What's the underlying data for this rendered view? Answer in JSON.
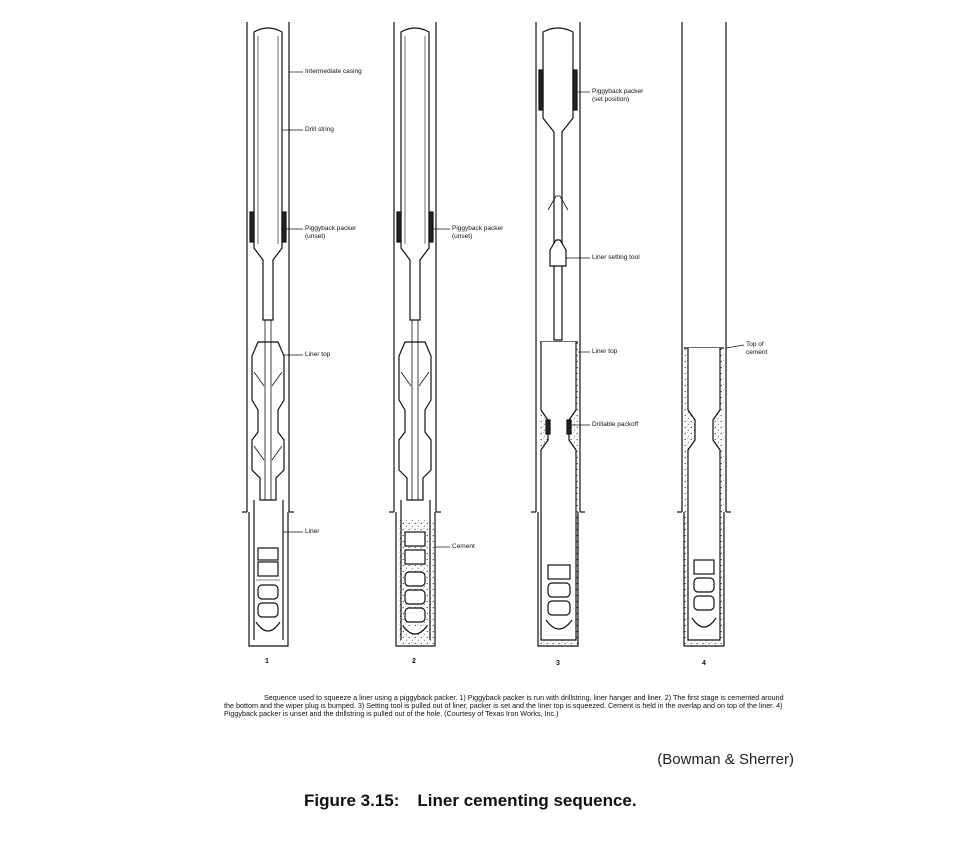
{
  "labels": {
    "p1": {
      "intermediate_casing": "Intermediate casing",
      "drill_string": "Drill string",
      "piggyback_unset_1": "Piggyback packer",
      "piggyback_unset_2": "(unset)",
      "liner_top": "Liner top",
      "liner": "Liner"
    },
    "p2": {
      "piggyback_unset_1": "Piggyback packer",
      "piggyback_unset_2": "(unset)",
      "cement": "Cement"
    },
    "p3": {
      "piggyback_set_1": "Piggyback packer",
      "piggyback_set_2": "(set position)",
      "liner_setting_tool": "Liner setting tool",
      "liner_top": "Liner top",
      "drillable_packoff": "Drillable packoff"
    },
    "p4": {
      "top_of_cement_1": "Top of",
      "top_of_cement_2": "cement"
    }
  },
  "panel_numbers": [
    "1",
    "2",
    "3",
    "4"
  ],
  "caption": "Sequence used to squeeze a liner using a piggyback packer. 1) Piggyback packer is run with drillstring, liner hanger and liner. 2) The first stage is cemented around the bottom and the wiper plug is bumped. 3) Setting tool is pulled out of liner, packer is set and the liner top is squeezed. Cement is held in the overlap and on top of the liner. 4) Piggyback packer is unset and the drillstring is pulled out of the hole. (Courtesy of Texas Iron Works, Inc.)",
  "credit": "(Bowman & Sherrer)",
  "figure": {
    "number": "Figure 3.15:",
    "title": "Liner cementing sequence."
  }
}
